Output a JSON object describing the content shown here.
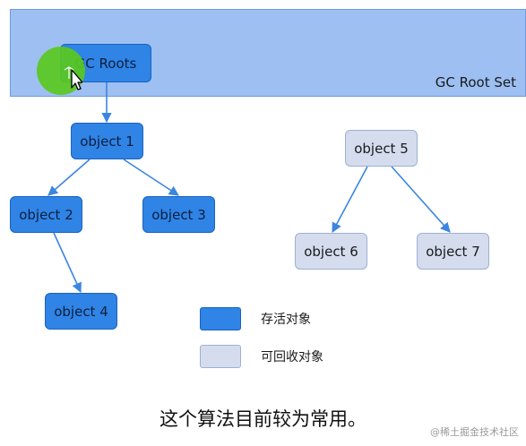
{
  "root_set": {
    "label": "GC Root Set"
  },
  "nodes": {
    "gc_roots": "GC Roots",
    "object_1": "object 1",
    "object_2": "object 2",
    "object_3": "object 3",
    "object_4": "object 4",
    "object_5": "object 5",
    "object_6": "object 6",
    "object_7": "object 7"
  },
  "edges": [
    [
      "gc_roots",
      "object_1"
    ],
    [
      "object_1",
      "object_2"
    ],
    [
      "object_1",
      "object_3"
    ],
    [
      "object_2",
      "object_4"
    ],
    [
      "object_5",
      "object_6"
    ],
    [
      "object_5",
      "object_7"
    ]
  ],
  "legend": {
    "live_label": "存活对象",
    "dead_label": "可回收对象"
  },
  "caption": "这个算法目前较为常用。",
  "watermark": "@稀土掘金技术社区",
  "colors": {
    "root_band": "#9dbff2",
    "live": "#2f84e6",
    "dead": "#d4dcee",
    "edge": "#3a86e0",
    "cursor_highlight": "#5ac81e"
  }
}
